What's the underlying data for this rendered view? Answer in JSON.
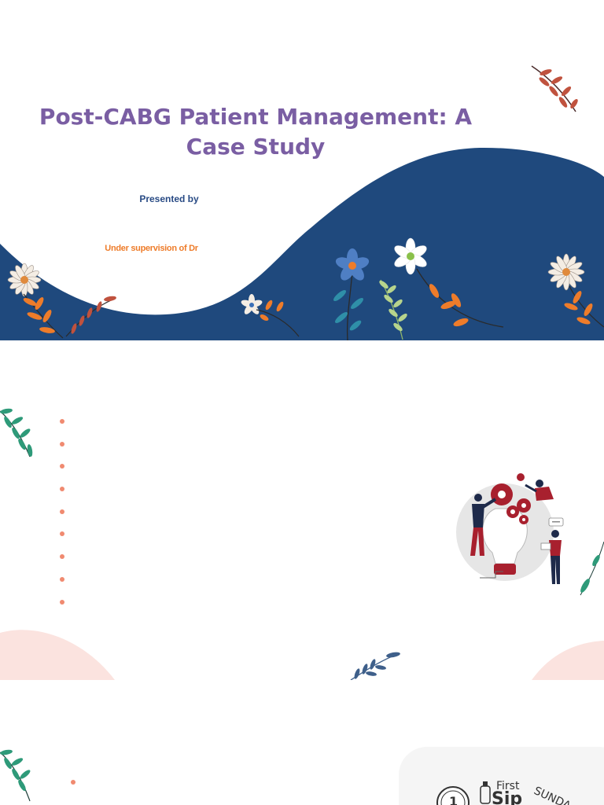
{
  "slide1": {
    "title": "Post-CABG Patient Management: A Case Study",
    "presented_by": "Presented by",
    "supervision": "Under supervision of Dr"
  },
  "slide2": {
    "bullet_count": 9,
    "illustration": "lightbulb-teamwork-illustration"
  },
  "slide3": {
    "sticker_number": "1",
    "sticker_line1": "First",
    "sticker_line2": "Sip",
    "sticker_side": "SUNDA"
  },
  "colors": {
    "navy": "#1f497d",
    "title_purple": "#7a5ea3",
    "orange": "#ee7c2a",
    "bullet_coral": "#f08a70",
    "pink_blob": "#fbe3df",
    "teal_leaf": "#2e9a79"
  }
}
